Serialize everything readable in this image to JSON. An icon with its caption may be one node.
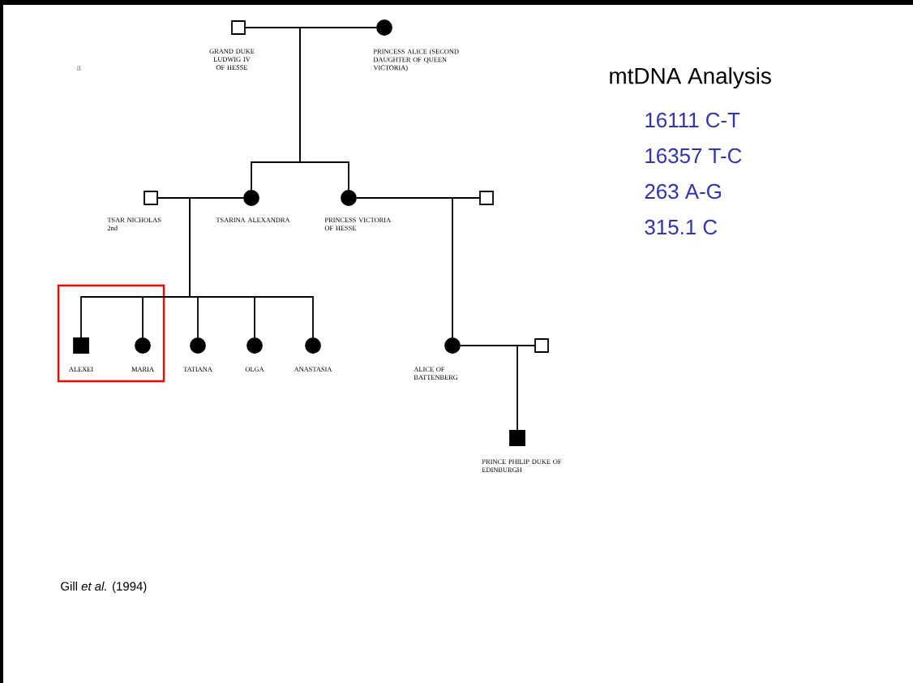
{
  "diagram": {
    "title": "mtDNA Analysis",
    "nodes": [
      {
        "text": [],
        "shape": "square",
        "beside": [
          "GRAND DUKE LUDWIG IV OF HESSE"
        ]
      },
      {
        "text": [],
        "shape": "circle",
        "beside": [
          "PRINCESS ALICE (SECOND DAUGHTER OF QUEEN VICTORIA)"
        ]
      },
      {
        "text": [],
        "shape": "square",
        "beside": [
          "TSAR NICHOLAS 2nd"
        ]
      },
      {
        "text": [],
        "shape": "circle",
        "beside": [
          "TSARINA ALEXANDRA"
        ]
      },
      {
        "text": [],
        "shape": "circle",
        "beside": [
          "PRINCESS VICTORIA OF HESSE"
        ]
      },
      {
        "text": [],
        "shape": "square"
      },
      {
        "text": [],
        "shape": "box"
      },
      {
        "text": [],
        "shape": "block",
        "beside": [
          "ALEXEI"
        ],
        "in": 6
      },
      {
        "text": [],
        "shape": "circle",
        "beside": [
          "MARIA"
        ],
        "in": 6
      },
      {
        "text": [],
        "shape": "circle",
        "beside": [
          "TATIANA"
        ]
      },
      {
        "text": [],
        "shape": "circle",
        "beside": [
          "OLGA"
        ]
      },
      {
        "text": [],
        "shape": "circle",
        "beside": [
          "ANASTASIA"
        ]
      },
      {
        "text": [],
        "shape": "circle",
        "beside": [
          "ALICE OF BATTENBERG"
        ]
      },
      {
        "text": [],
        "shape": "square"
      },
      {
        "text": [],
        "shape": "block",
        "beside": [
          "PRINCE PHILIP DUKE OF EDINBURGH"
        ]
      }
    ],
    "edges": [
      {
        "from": 0,
        "to": 1,
        "arrow": "none"
      },
      {
        "from": 1,
        "to": 3,
        "arrow": "none"
      },
      {
        "from": 1,
        "to": 4,
        "arrow": "none"
      },
      {
        "from": 2,
        "to": 3,
        "arrow": "none"
      },
      {
        "from": 3,
        "to": 7,
        "arrow": "none"
      },
      {
        "from": 3,
        "to": 8,
        "arrow": "none"
      },
      {
        "from": 3,
        "to": 9,
        "arrow": "none"
      },
      {
        "from": 3,
        "to": 10,
        "arrow": "none"
      },
      {
        "from": 3,
        "to": 11,
        "arrow": "none"
      },
      {
        "from": 4,
        "to": 5,
        "arrow": "none"
      },
      {
        "from": 4,
        "to": 12,
        "arrow": "none"
      },
      {
        "from": 12,
        "to": 13,
        "arrow": "none"
      },
      {
        "from": 12,
        "to": 14,
        "arrow": "none"
      }
    ],
    "labels": [
      "a",
      "16111 C-T",
      "16357 T-C",
      "263 A-G",
      "315.1 C",
      "Gill *et al.* (1994)"
    ]
  }
}
